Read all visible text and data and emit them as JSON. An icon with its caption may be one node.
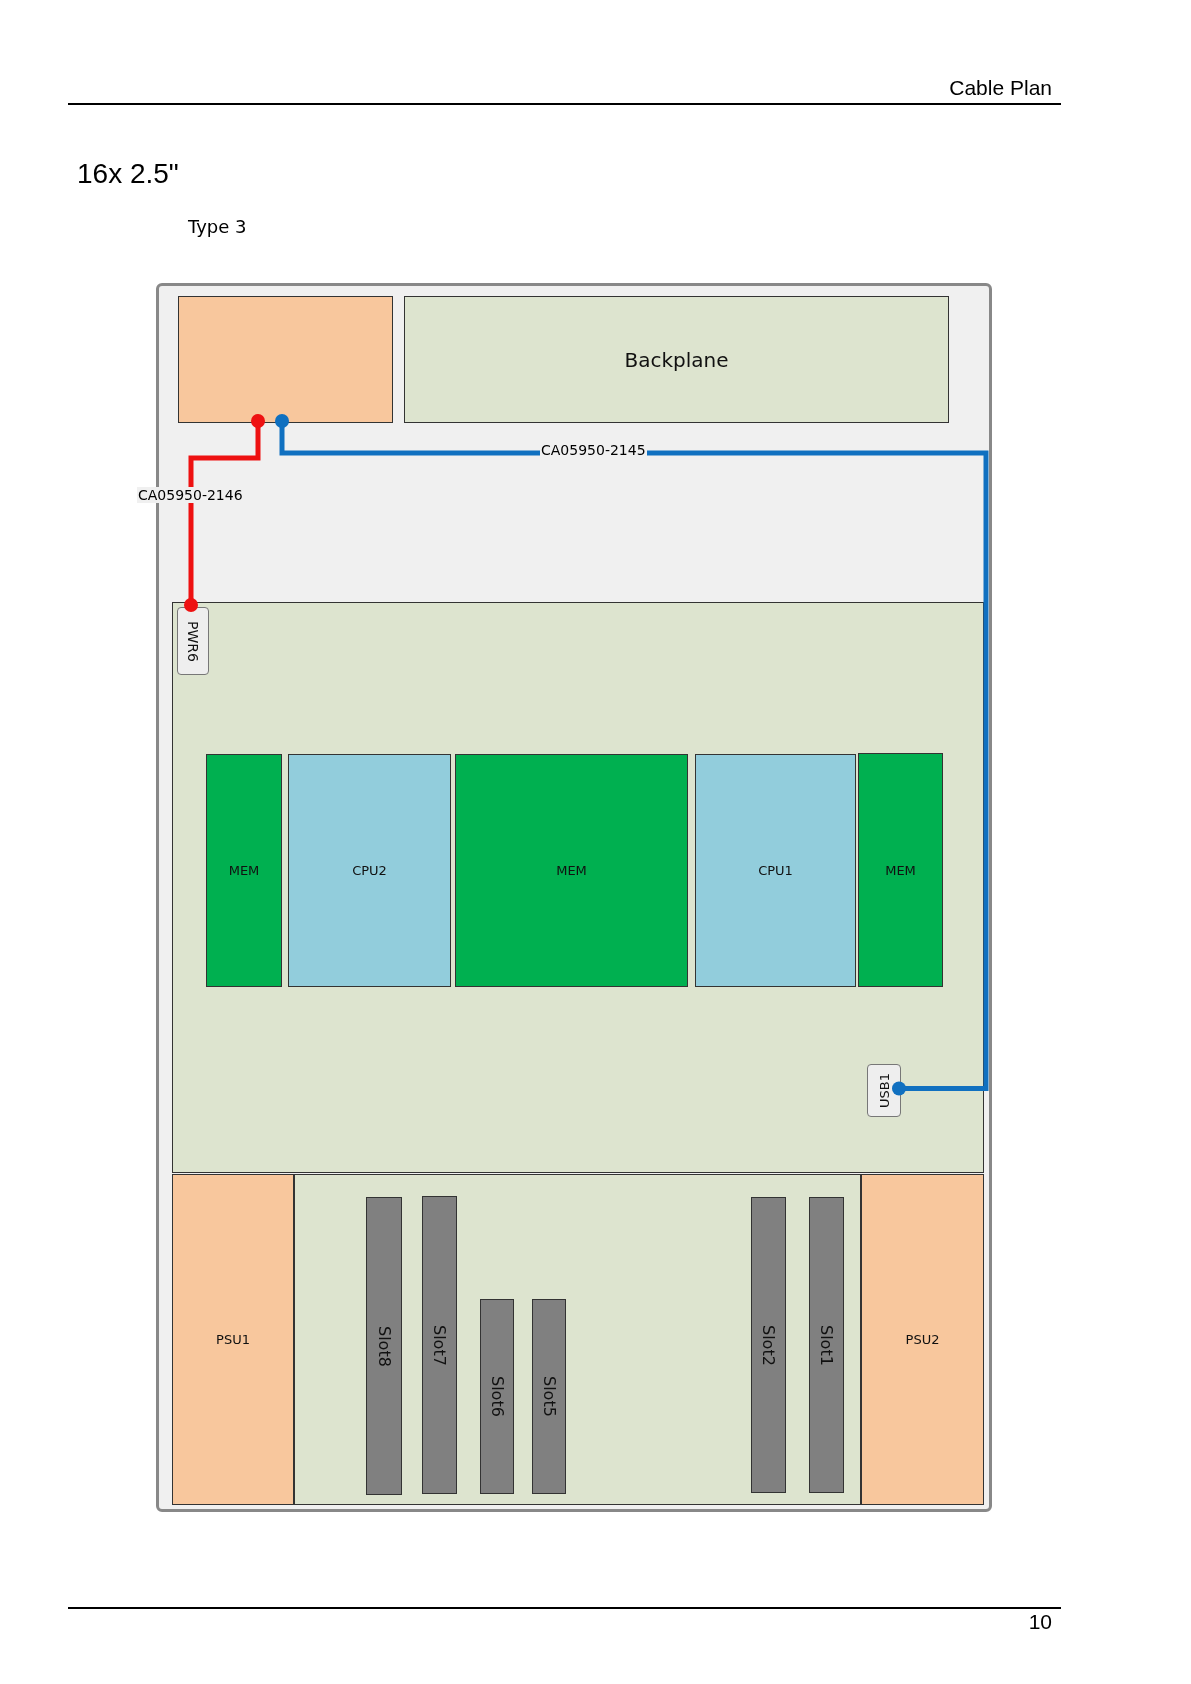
{
  "diagram": {
    "title": "16x 2.5\"",
    "nodes": [
      {
        "text": [],
        "shape": "box"
      },
      {
        "text": [],
        "shape": "box",
        "in": 0
      },
      {
        "text": [
          "Backplane"
        ],
        "in": 0
      },
      {
        "text": [],
        "shape": "box",
        "in": 0
      },
      {
        "text": [
          "PWR6"
        ],
        "in": 3
      },
      {
        "text": [
          "MEM"
        ],
        "in": 3
      },
      {
        "text": [
          "CPU2"
        ],
        "in": 3
      },
      {
        "text": [
          "MEM"
        ],
        "in": 3
      },
      {
        "text": [
          "CPU1"
        ],
        "in": 3
      },
      {
        "text": [
          "MEM"
        ],
        "in": 3
      },
      {
        "text": [
          "USB1"
        ],
        "in": 3
      },
      {
        "text": [
          "PSU1"
        ],
        "in": 0
      },
      {
        "text": [],
        "shape": "box",
        "in": 0
      },
      {
        "text": [
          "Slot8"
        ],
        "in": 12
      },
      {
        "text": [
          "Slot7"
        ],
        "in": 12
      },
      {
        "text": [
          "Slot6"
        ],
        "in": 12
      },
      {
        "text": [
          "Slot5"
        ],
        "in": 12
      },
      {
        "text": [
          "Slot2"
        ],
        "in": 12
      },
      {
        "text": [
          "Slot1"
        ],
        "in": 12
      },
      {
        "text": [
          "PSU2"
        ],
        "in": 0
      }
    ],
    "edges": [
      {
        "from": 1,
        "to": 4,
        "arrow": "other",
        "label": "CA05950-2146",
        "color": "#ee1111"
      },
      {
        "from": 1,
        "to": 10,
        "arrow": "other",
        "label": "CA05950-2145",
        "color": "#1070c0"
      }
    ],
    "labels": [
      "Cable Plan",
      "Type 3",
      "10"
    ]
  }
}
